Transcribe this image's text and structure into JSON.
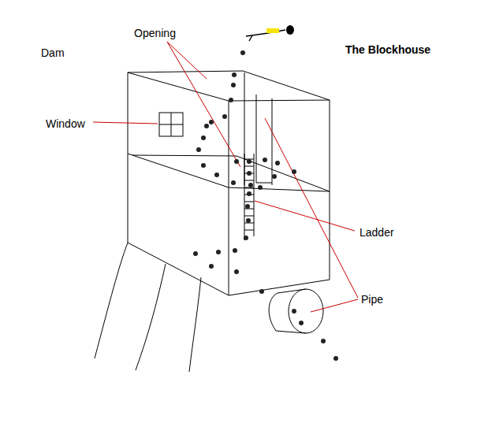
{
  "diagram": {
    "title": "The Blockhouse",
    "labels": [
      "Dam",
      "Opening",
      "Window",
      "Ladder",
      "Pipe"
    ]
  }
}
